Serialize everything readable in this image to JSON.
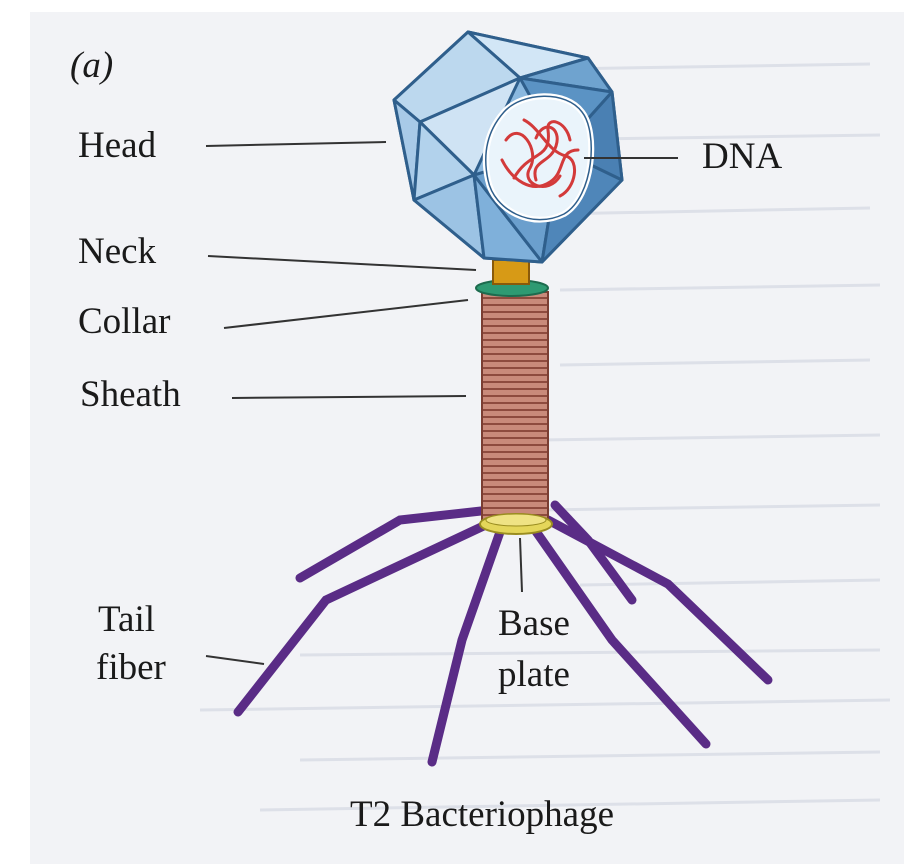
{
  "figure": {
    "panel_label": "(a)",
    "caption": "T2 Bacteriophage"
  },
  "labels": {
    "head": "Head",
    "dna": "DNA",
    "neck": "Neck",
    "collar": "Collar",
    "sheath": "Sheath",
    "tail_fiber_line1": "Tail",
    "tail_fiber_line2": "fiber",
    "base_plate_line1": "Base",
    "base_plate_line2": "plate"
  },
  "colors": {
    "capsid_light": "#bcd8ee",
    "capsid_dark": "#4f86b9",
    "dna": "#d33a3a",
    "neck": "#d79a16",
    "collar": "#2e9a72",
    "sheath": "#c98a7a",
    "sheath_stripe": "#8e4b3e",
    "base_plate": "#e4d65a",
    "tail_fiber": "#5a2c86",
    "paper": "#f2f3f6"
  }
}
